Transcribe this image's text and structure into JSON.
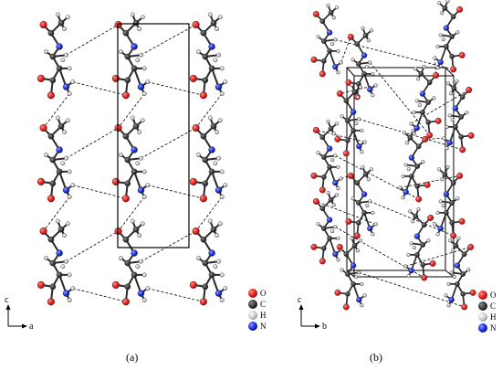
{
  "panel_a": {
    "label": "(a)",
    "axis_vertical": "c",
    "axis_horizontal": "a"
  },
  "panel_b": {
    "label": "(b)",
    "axis_vertical": "c",
    "axis_horizontal": "b"
  },
  "legend": [
    {
      "symbol": "O",
      "color": "#e0201b"
    },
    {
      "symbol": "C",
      "color": "#3a3a3a"
    },
    {
      "symbol": "H",
      "color": "#b5b5b5"
    },
    {
      "symbol": "N",
      "color": "#1b2fd8"
    }
  ]
}
